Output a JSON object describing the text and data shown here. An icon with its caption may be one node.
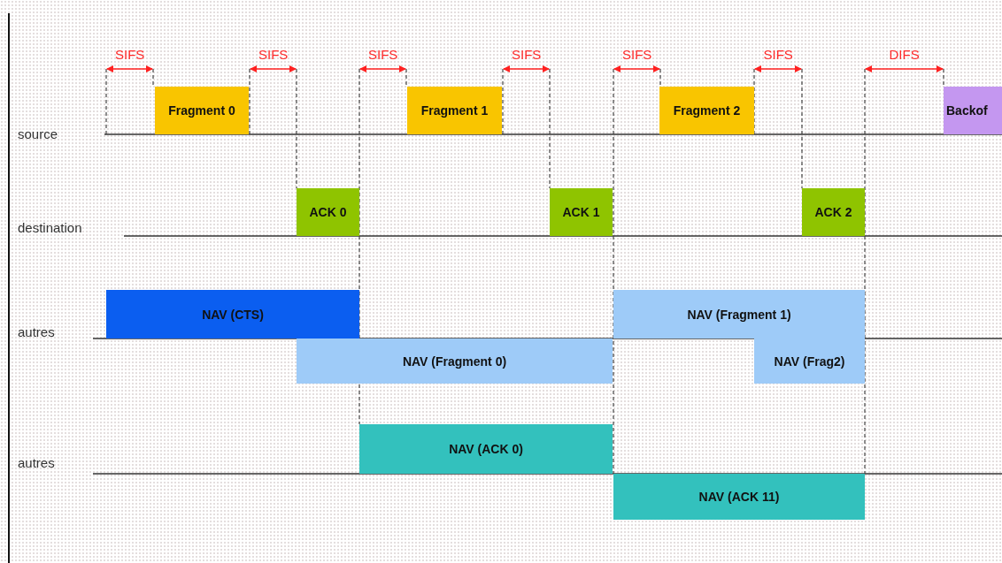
{
  "diagram": {
    "nodes": [
      {
        "text": [
          "Fragment 0"
        ]
      },
      {
        "text": [
          "Fragment 1"
        ]
      },
      {
        "text": [
          "Fragment 2"
        ]
      },
      {
        "text": [
          "Backof"
        ]
      },
      {
        "text": [
          "ACK 0"
        ]
      },
      {
        "text": [
          "ACK 1"
        ]
      },
      {
        "text": [
          "ACK 2"
        ]
      },
      {
        "text": [
          "NAV (CTS)"
        ]
      },
      {
        "text": [
          "NAV (Fragment 1)"
        ]
      },
      {
        "text": [
          "NAV (Fragment 0)"
        ]
      },
      {
        "text": [
          "NAV (Frag2)"
        ]
      },
      {
        "text": [
          "NAV (ACK 0)"
        ]
      },
      {
        "text": [
          "NAV (ACK 11)"
        ]
      }
    ],
    "edges": [],
    "labels": [
      "SIFS",
      "SIFS",
      "SIFS",
      "SIFS",
      "SIFS",
      "SIFS",
      "DIFS",
      "source",
      "destination",
      "autres",
      "autres"
    ]
  }
}
